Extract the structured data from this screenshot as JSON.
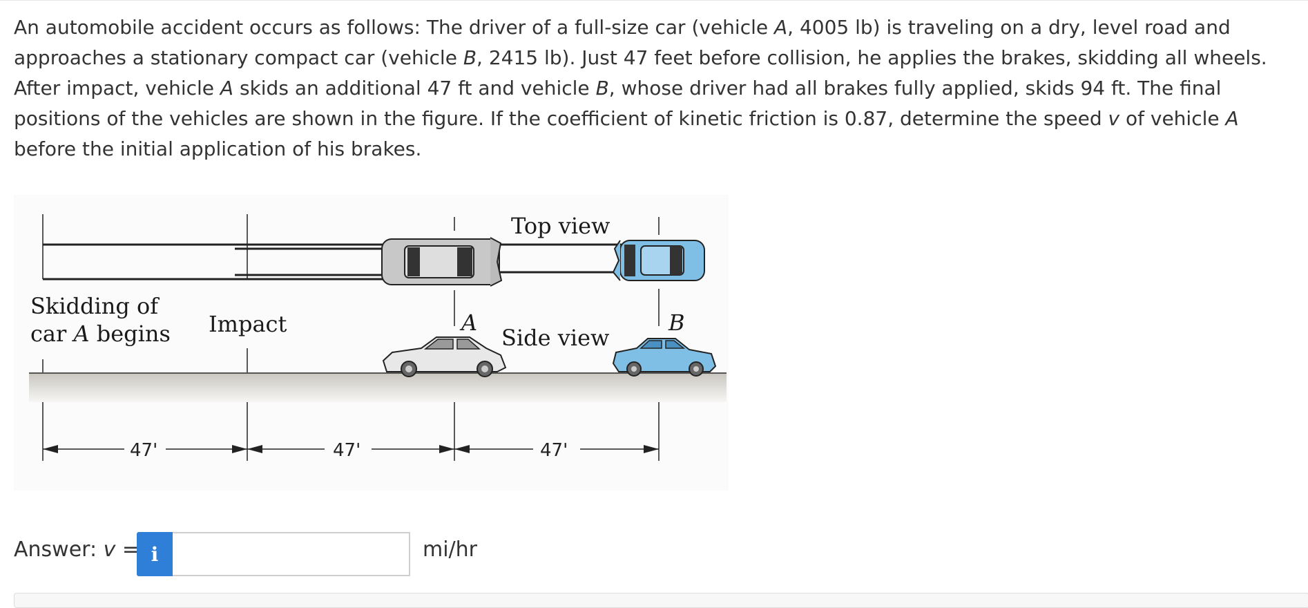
{
  "problem": {
    "t1": "An automobile accident occurs as follows: The driver of a full-size car (vehicle ",
    "vA1": "A",
    "t2": ", 4005 lb) is traveling on a dry, level road and approaches a stationary compact car (vehicle ",
    "vB1": "B",
    "t3": ", 2415 lb). Just 47 feet before collision, he applies the brakes, skidding all wheels. After impact, vehicle ",
    "vA2": "A",
    "t4": " skids an additional 47 ft and vehicle ",
    "vB2": "B",
    "t5": ", whose driver had all brakes fully applied, skids 94 ft. The final positions of the vehicles are shown in the figure. If the coefficient of kinetic friction is 0.87, determine the speed ",
    "v": "v",
    "t6": " of vehicle ",
    "vA3": "A",
    "t7": " before the initial application of his brakes."
  },
  "figure": {
    "top_view": "Top view",
    "side_view": "Side view",
    "skid_line1": "Skidding of",
    "skid_line2_a": "car ",
    "skid_line2_b": "A",
    "skid_line2_c": " begins",
    "impact": "Impact",
    "label_a": "A",
    "label_b": "B",
    "dim1": "47'",
    "dim2": "47'",
    "dim3": "47'"
  },
  "answer": {
    "label_prefix": "Answer: ",
    "var": "v",
    "label_suffix": " =",
    "info_icon": "i",
    "value": "",
    "unit": "mi/hr"
  }
}
